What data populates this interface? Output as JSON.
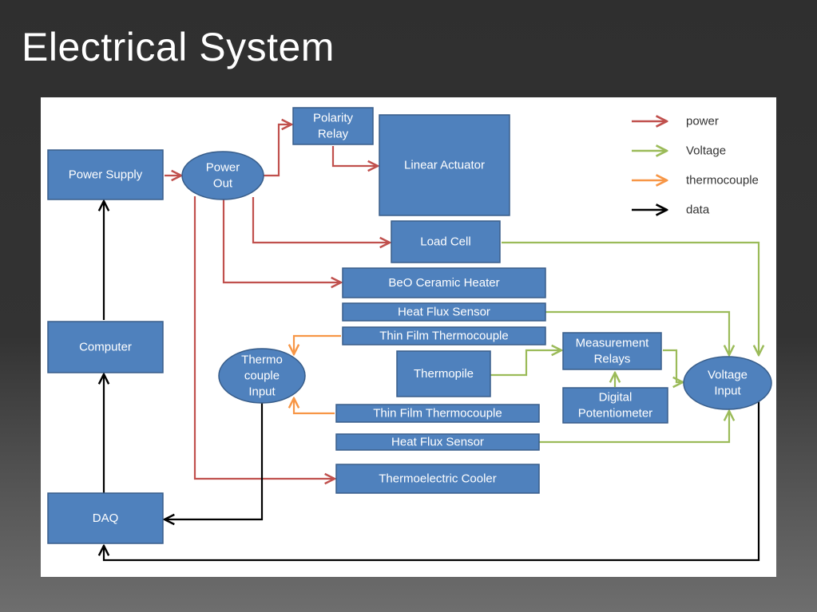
{
  "title": "Electrical System",
  "colors": {
    "node_fill": "#4f81bd",
    "node_stroke": "#385d8a",
    "power": "#c0504d",
    "voltage": "#9bbb59",
    "thermocouple": "#f79646",
    "data": "#000000",
    "background": "#ffffff"
  },
  "legend": [
    {
      "label": "power",
      "kind": "power"
    },
    {
      "label": "Voltage",
      "kind": "voltage"
    },
    {
      "label": "thermocouple",
      "kind": "thermocouple"
    },
    {
      "label": "data",
      "kind": "data"
    }
  ],
  "nodes": [
    {
      "id": "power-supply",
      "shape": "rect",
      "lines": [
        "Power Supply"
      ]
    },
    {
      "id": "power-out",
      "shape": "ellipse",
      "lines": [
        "Power",
        "Out"
      ]
    },
    {
      "id": "polarity-relay",
      "shape": "rect",
      "lines": [
        "Polarity",
        "Relay"
      ]
    },
    {
      "id": "linear-actuator",
      "shape": "rect",
      "lines": [
        "Linear Actuator"
      ]
    },
    {
      "id": "load-cell",
      "shape": "rect",
      "lines": [
        "Load Cell"
      ]
    },
    {
      "id": "beo-ceramic-heater",
      "shape": "rect",
      "lines": [
        "BeO Ceramic Heater"
      ]
    },
    {
      "id": "heat-flux-sensor-1",
      "shape": "rect",
      "lines": [
        "Heat Flux Sensor"
      ]
    },
    {
      "id": "thin-film-thermocouple-1",
      "shape": "rect",
      "lines": [
        "Thin Film Thermocouple"
      ]
    },
    {
      "id": "computer",
      "shape": "rect",
      "lines": [
        "Computer"
      ]
    },
    {
      "id": "thermocouple-input",
      "shape": "ellipse",
      "lines": [
        "Thermo",
        "couple",
        "Input"
      ]
    },
    {
      "id": "thermopile",
      "shape": "rect",
      "lines": [
        "Thermopile"
      ]
    },
    {
      "id": "measurement-relays",
      "shape": "rect",
      "lines": [
        "Measurement",
        "Relays"
      ]
    },
    {
      "id": "voltage-input",
      "shape": "ellipse",
      "lines": [
        "Voltage",
        "Input"
      ]
    },
    {
      "id": "digital-potentiometer",
      "shape": "rect",
      "lines": [
        "Digital",
        "Potentiometer"
      ]
    },
    {
      "id": "thin-film-thermocouple-2",
      "shape": "rect",
      "lines": [
        "Thin Film Thermocouple"
      ]
    },
    {
      "id": "heat-flux-sensor-2",
      "shape": "rect",
      "lines": [
        "Heat Flux Sensor"
      ]
    },
    {
      "id": "thermoelectric-cooler",
      "shape": "rect",
      "lines": [
        "Thermoelectric Cooler"
      ]
    },
    {
      "id": "daq",
      "shape": "rect",
      "lines": [
        "DAQ"
      ]
    }
  ],
  "edges": [
    {
      "from": "power-supply",
      "to": "power-out",
      "kind": "power"
    },
    {
      "from": "power-out",
      "to": "polarity-relay",
      "kind": "power"
    },
    {
      "from": "polarity-relay",
      "to": "linear-actuator",
      "kind": "power"
    },
    {
      "from": "power-out",
      "to": "load-cell",
      "kind": "power"
    },
    {
      "from": "power-out",
      "to": "beo-ceramic-heater",
      "kind": "power"
    },
    {
      "from": "power-out",
      "to": "thermoelectric-cooler",
      "kind": "power"
    },
    {
      "from": "load-cell",
      "to": "voltage-input",
      "kind": "voltage"
    },
    {
      "from": "heat-flux-sensor-1",
      "to": "voltage-input",
      "kind": "voltage"
    },
    {
      "from": "thermopile",
      "to": "measurement-relays",
      "kind": "voltage"
    },
    {
      "from": "measurement-relays",
      "to": "voltage-input",
      "kind": "voltage"
    },
    {
      "from": "digital-potentiometer",
      "to": "measurement-relays",
      "kind": "voltage"
    },
    {
      "from": "heat-flux-sensor-2",
      "to": "voltage-input",
      "kind": "voltage"
    },
    {
      "from": "thin-film-thermocouple-1",
      "to": "thermocouple-input",
      "kind": "thermocouple"
    },
    {
      "from": "thin-film-thermocouple-2",
      "to": "thermocouple-input",
      "kind": "thermocouple"
    },
    {
      "from": "thermocouple-input",
      "to": "daq",
      "kind": "data"
    },
    {
      "from": "voltage-input",
      "to": "daq",
      "kind": "data"
    },
    {
      "from": "daq",
      "to": "computer",
      "kind": "data"
    },
    {
      "from": "computer",
      "to": "power-supply",
      "kind": "data"
    }
  ]
}
